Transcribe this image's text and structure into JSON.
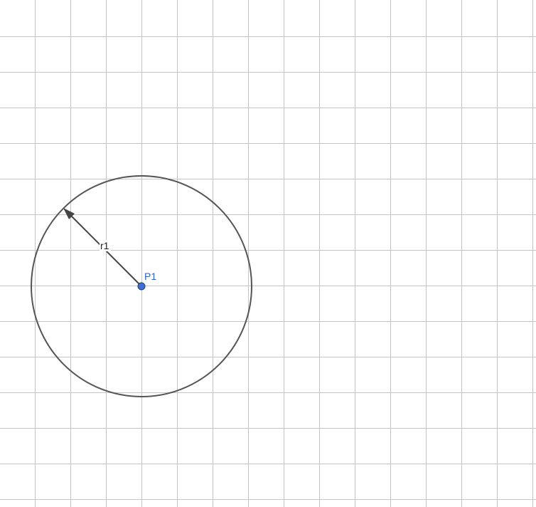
{
  "grid": {
    "visible": true,
    "line_color": "#c4c4c4"
  },
  "circle": {
    "name": "circle",
    "stroke_color": "#555555"
  },
  "center_point": {
    "label": "P1",
    "fill_color": "#3e6fd1",
    "label_color": "#2d63c4"
  },
  "radius": {
    "label": "r1",
    "color": "#444444"
  }
}
